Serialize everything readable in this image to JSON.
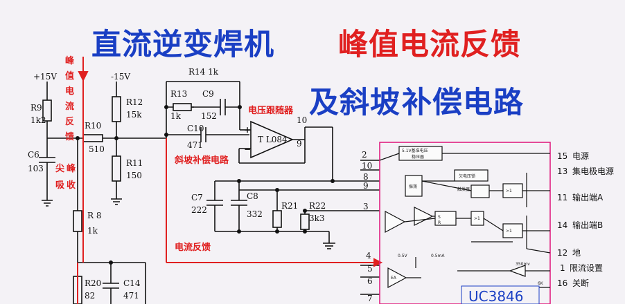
{
  "title": {
    "line1_blue": "直流逆变焊机",
    "line1_red": "峰值电流反馈",
    "line2_a": "及斜坡",
    "line2_b": "补偿电路"
  },
  "supplies": {
    "pos": "+15V",
    "neg": "-15V"
  },
  "components": {
    "r9": "R9",
    "r9v": "1k2",
    "c6": "C6",
    "c6v": "103",
    "r10": "R10",
    "r10v": "510",
    "r12": "R12",
    "r12v": "15k",
    "r11": "R11",
    "r11v": "150",
    "r14": "R14 1k",
    "r13": "R13",
    "r13v": "1k",
    "c9": "C9",
    "c9v": "152",
    "c10": "C10",
    "c10v": "471",
    "tl084": "T L084",
    "c7": "C7",
    "c7v": "222",
    "c8": "C8",
    "c8v": "332",
    "r21": "R21",
    "r22": "R22",
    "r22v": "3k3",
    "r8": "R 8",
    "r8v": "1k",
    "r20": "R20",
    "r20v": "82",
    "c14": "C14",
    "c14v": "471"
  },
  "red_labels": {
    "peak_feedback": [
      "峰",
      "值",
      "电",
      "流",
      "反",
      "馈"
    ],
    "spike_absorb_1": [
      "尖",
      "吸"
    ],
    "spike_absorb_2": [
      "峰",
      "收"
    ],
    "voltage_follower": "电压跟随器",
    "slope_comp": "斜坡补偿电路",
    "current_feedback": "电流反馈"
  },
  "ic": {
    "name": "UC3846",
    "ref_block": "5.1V基准电压",
    "ref_block2": "稳压器",
    "osc": "振荡",
    "uv_lock": "欠电压锁",
    "flipflop": "触发器",
    "vref05": "0.5V",
    "i05": "0.5mA",
    "mv350": "350mv",
    "k6": "6K",
    "ea": "EA",
    "s": "S",
    "r": "R",
    "gt1": ">1",
    "left_pins": [
      "2",
      "10",
      "8",
      "9",
      "3",
      "4",
      "5",
      "6",
      "7"
    ],
    "right_pins": [
      {
        "num": "15",
        "label": "电源"
      },
      {
        "num": "13",
        "label": "集电极电源"
      },
      {
        "num": "11",
        "label": "输出端A"
      },
      {
        "num": "14",
        "label": "输出端B"
      },
      {
        "num": "12",
        "label": "地"
      },
      {
        "num": "1",
        "label": "限流设置"
      },
      {
        "num": "16",
        "label": "关断"
      }
    ],
    "pin10_top": "10",
    "pin9_top": "9"
  }
}
